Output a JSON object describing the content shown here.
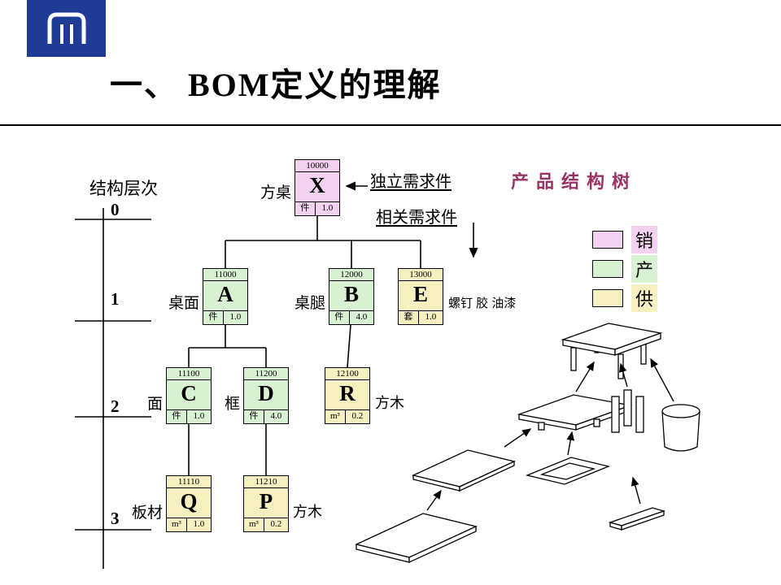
{
  "title": "一、 BOM定义的理解",
  "axis": {
    "label": "结构层次",
    "levels": [
      "0",
      "1",
      "2",
      "3"
    ]
  },
  "annotations": {
    "independent_demand": "独立需求件",
    "dependent_demand": "相关需求件",
    "tree_title": "产品结构树"
  },
  "nodes": {
    "X": {
      "code": "10000",
      "letter": "X",
      "unit": "件",
      "qty": "1.0",
      "label": "方桌"
    },
    "A": {
      "code": "11000",
      "letter": "A",
      "unit": "件",
      "qty": "1.0",
      "label": "桌面"
    },
    "B": {
      "code": "12000",
      "letter": "B",
      "unit": "件",
      "qty": "4.0",
      "label": "桌腿"
    },
    "E": {
      "code": "13000",
      "letter": "E",
      "unit": "套",
      "qty": "1.0",
      "label": "螺钉 胶 油漆"
    },
    "C": {
      "code": "11100",
      "letter": "C",
      "unit": "件",
      "qty": "1.0",
      "label": "面"
    },
    "D": {
      "code": "11200",
      "letter": "D",
      "unit": "件",
      "qty": "4.0",
      "label": "框"
    },
    "R": {
      "code": "12100",
      "letter": "R",
      "unit": "m³",
      "qty": "0.2",
      "label": "方木"
    },
    "Q": {
      "code": "11110",
      "letter": "Q",
      "unit": "m³",
      "qty": "1.0",
      "label": "板材"
    },
    "P": {
      "code": "11210",
      "letter": "P",
      "unit": "m³",
      "qty": "0.2",
      "label": "方木"
    }
  },
  "legend": [
    {
      "label": "销",
      "color": "#f3d2ef"
    },
    {
      "label": "产",
      "color": "#d9f1d3"
    },
    {
      "label": "供",
      "color": "#f6efc0"
    }
  ],
  "colors": {
    "sales": "#f3d2ef",
    "production": "#d9f1d3",
    "supply": "#f6efc0",
    "tree_title_text": "#993366",
    "logo_background": "#1e3c96"
  }
}
